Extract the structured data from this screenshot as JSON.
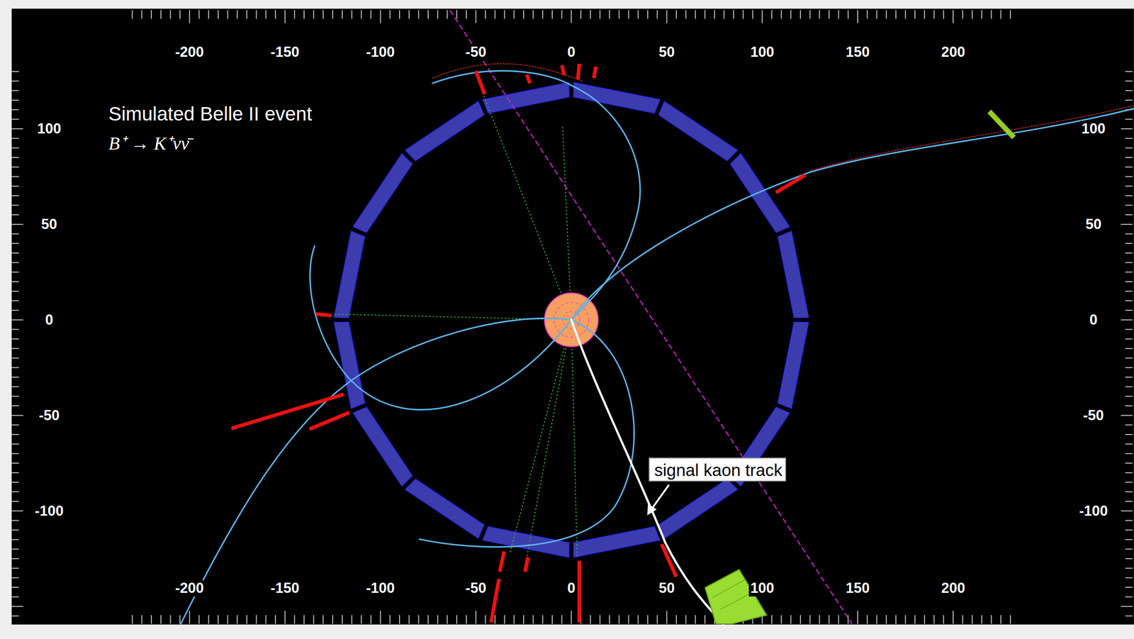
{
  "diagram": {
    "title": "Simulated Belle II event",
    "nodes": [
      {
        "text": [
          "signal kaon track"
        ]
      }
    ],
    "labels": [
      "B⁺ → K⁺νν̄",
      "-200",
      "-150",
      "-100",
      "-50",
      "0",
      "50",
      "100",
      "150",
      "200",
      "100",
      "50",
      "0",
      "-50",
      "-100",
      "100",
      "50",
      "0",
      "-50",
      "-100",
      "-200",
      "-150",
      "-100",
      "-50",
      "0",
      "50",
      "100",
      "150",
      "200"
    ]
  }
}
